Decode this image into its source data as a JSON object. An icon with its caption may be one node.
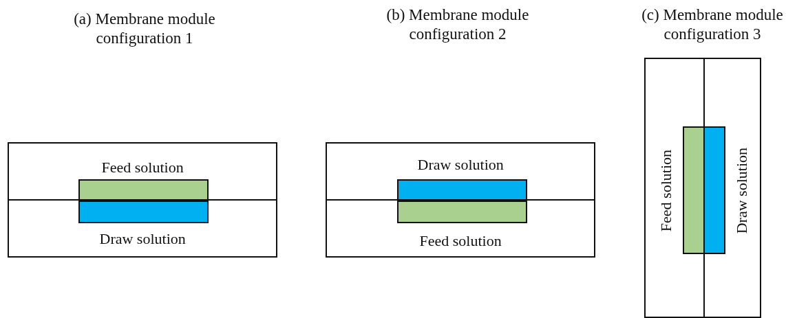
{
  "diagram": {
    "nodes": [
      {
        "text": [
          "Feed solution",
          "Draw solution"
        ]
      },
      {
        "text": [
          "Draw solution",
          "Feed solution"
        ]
      },
      {
        "text": [
          "Feed solution",
          "Draw solution"
        ]
      }
    ],
    "labels": [
      "(a) Membrane module configuration 1",
      "(b) Membrane module configuration 2",
      "(c) Membrane module configuration 3"
    ]
  }
}
